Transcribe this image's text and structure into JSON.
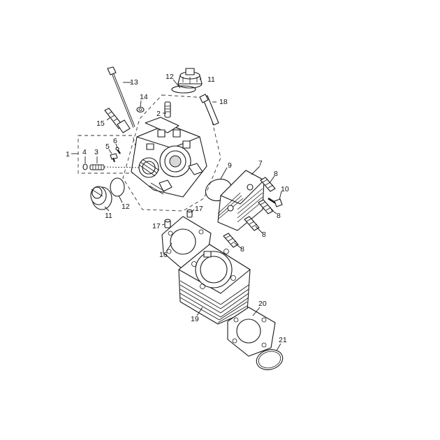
{
  "diagram": {
    "callouts": [
      {
        "id": "1",
        "label": "1"
      },
      {
        "id": "2",
        "label": "2"
      },
      {
        "id": "3",
        "label": "3"
      },
      {
        "id": "4",
        "label": "4"
      },
      {
        "id": "5",
        "label": "5"
      },
      {
        "id": "6",
        "label": "6"
      },
      {
        "id": "7",
        "label": "7"
      },
      {
        "id": "8a",
        "label": "8"
      },
      {
        "id": "8b",
        "label": "8"
      },
      {
        "id": "8c",
        "label": "8"
      },
      {
        "id": "8d",
        "label": "8"
      },
      {
        "id": "9",
        "label": "9"
      },
      {
        "id": "10",
        "label": "10"
      },
      {
        "id": "11a",
        "label": "11"
      },
      {
        "id": "11b",
        "label": "11"
      },
      {
        "id": "12a",
        "label": "12"
      },
      {
        "id": "12b",
        "label": "12"
      },
      {
        "id": "13",
        "label": "13"
      },
      {
        "id": "14",
        "label": "14"
      },
      {
        "id": "15",
        "label": "15"
      },
      {
        "id": "16",
        "label": "16"
      },
      {
        "id": "17a",
        "label": "17"
      },
      {
        "id": "17b",
        "label": "17"
      },
      {
        "id": "18",
        "label": "18"
      },
      {
        "id": "19",
        "label": "19"
      },
      {
        "id": "20",
        "label": "20"
      },
      {
        "id": "21",
        "label": "21"
      }
    ]
  }
}
